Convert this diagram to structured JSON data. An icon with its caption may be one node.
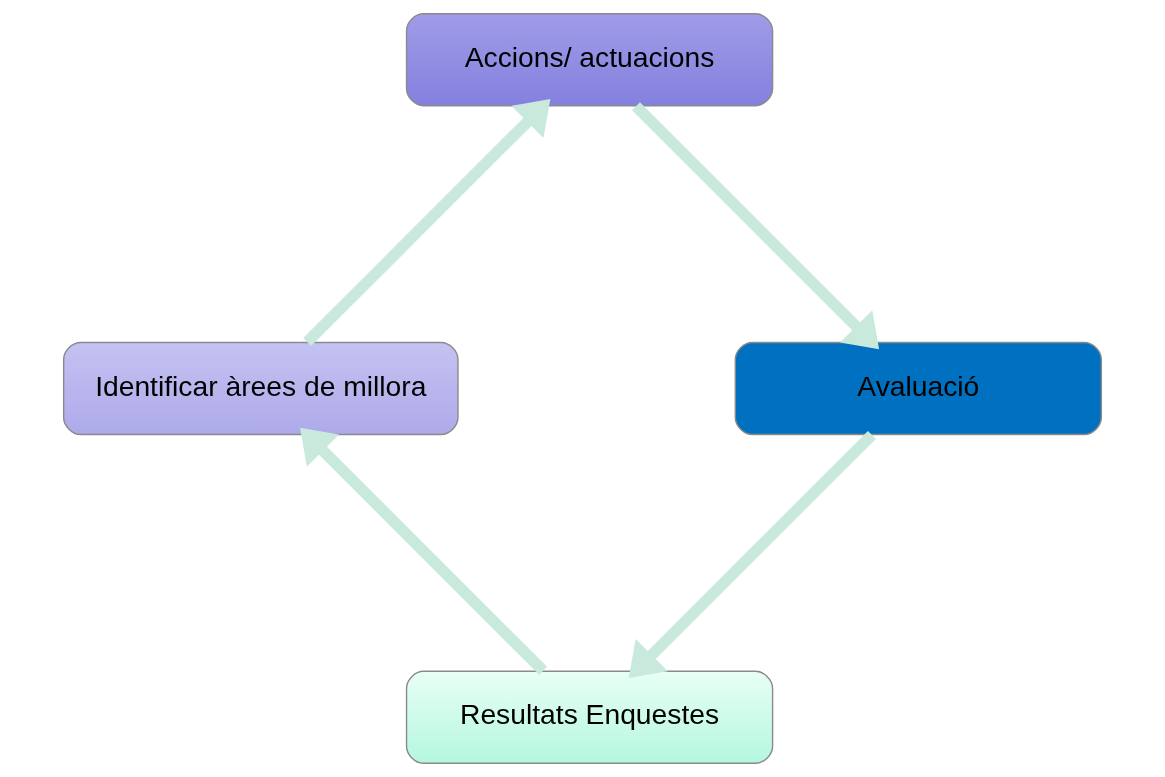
{
  "diagram": {
    "nodes": [
      {
        "text": [
          "Resultats Enquestes"
        ]
      },
      {
        "text": [
          "Identificar àrees de millora"
        ]
      },
      {
        "text": [
          "Accions/ actuacions"
        ]
      },
      {
        "text": [
          "Avaluació"
        ]
      }
    ],
    "edges": [
      {
        "from": 0,
        "to": 1,
        "arrow": "to"
      },
      {
        "from": 1,
        "to": 2,
        "arrow": "to"
      },
      {
        "from": 2,
        "to": 3,
        "arrow": "to"
      },
      {
        "from": 3,
        "to": 0,
        "arrow": "to"
      }
    ]
  }
}
